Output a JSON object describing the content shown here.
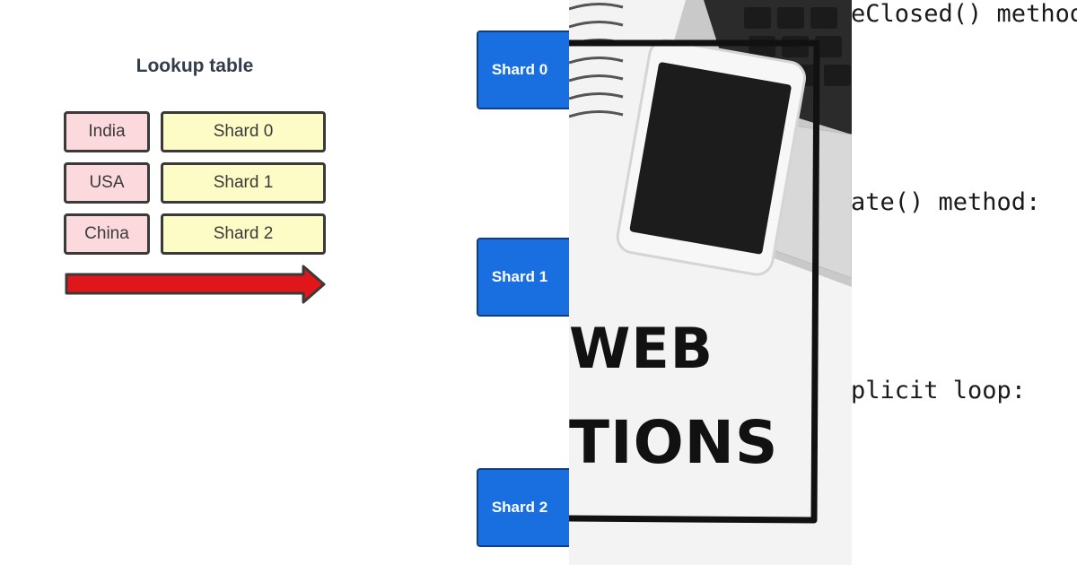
{
  "lookup": {
    "title": "Lookup table",
    "rows": [
      {
        "key": "India",
        "value": "Shard 0"
      },
      {
        "key": "USA",
        "value": "Shard 1"
      },
      {
        "key": "China",
        "value": "Shard 2"
      }
    ]
  },
  "shards": [
    "Shard 0",
    "Shard 1",
    "Shard 2"
  ],
  "photo": {
    "text_line1": "WEB",
    "text_line2": "TIONS"
  },
  "code": {
    "line1": "eClosed() method:",
    "line2": "ate() method:",
    "line3": "plicit loop:"
  },
  "colors": {
    "key_fill": "#fcd9dc",
    "value_fill": "#fdfbc6",
    "arrow": "#e0161b",
    "shard": "#1a6fe0"
  }
}
